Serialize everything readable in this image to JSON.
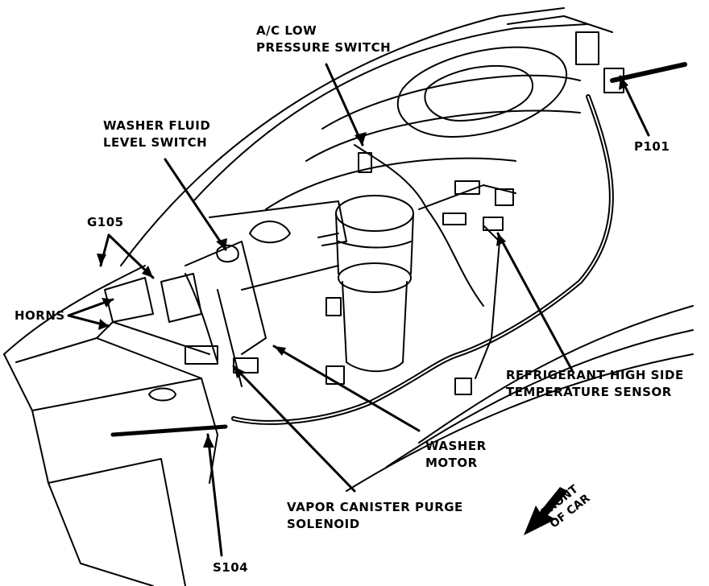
{
  "labels": {
    "ac_low_pressure_switch": [
      "A/C LOW",
      "PRESSURE SWITCH"
    ],
    "washer_fluid_level_switch": [
      "WASHER FLUID",
      "LEVEL SWITCH"
    ],
    "g105": "G105",
    "horns": "HORNS",
    "p101": "P101",
    "refrigerant_sensor": [
      "REFRIGERANT HIGH SIDE",
      "TEMPERATURE SENSOR"
    ],
    "washer_motor": [
      "WASHER",
      "MOTOR"
    ],
    "vapor_canister": [
      "VAPOR CANISTER PURGE",
      "SOLENOID"
    ],
    "s104": "S104",
    "front_of_car": [
      "FRONT",
      "OF CAR"
    ]
  },
  "colors": {
    "ink": "#000000",
    "paper": "#ffffff"
  }
}
